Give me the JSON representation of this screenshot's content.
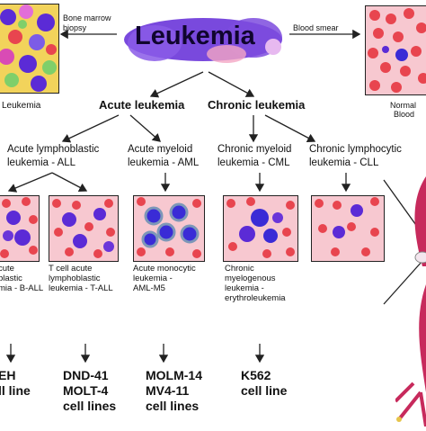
{
  "title": "Leukemia",
  "left_arrow_label": [
    "Bone marrow",
    "biopsy"
  ],
  "right_arrow_label": "Blood smear",
  "left_image_caption": "Leukemia",
  "right_image_caption": [
    "Normal",
    "Blood"
  ],
  "acute": "Acute leukemia",
  "chronic": "Chronic leukemia",
  "subtypes": {
    "all": [
      "Acute lymphoblastic",
      "leukemia - ALL"
    ],
    "aml": [
      "Acute myeloid",
      "leukemia - AML"
    ],
    "cml": [
      "Chronic myeloid",
      "leukemia - CML"
    ],
    "cll": [
      "Chronic lymphocytic",
      "leukemia - CLL"
    ]
  },
  "cell_types": {
    "ball": [
      "cute",
      "blastic",
      "mia - B-ALL"
    ],
    "tall": [
      "T cell acute",
      "lymphoblastic",
      "leukemia - T-ALL"
    ],
    "aml": [
      "Acute monocytic",
      "leukemia -",
      "AML-M5"
    ],
    "cml": [
      "Chronic",
      "myelogenous",
      "leukemia -",
      "erythroleukemia"
    ]
  },
  "cell_lines": {
    "ball": [
      "EH",
      "ll line"
    ],
    "tall": [
      "DND-41",
      "MOLT-4",
      "cell lines"
    ],
    "aml": [
      "MOLM-14",
      "MV4-11",
      "cell lines"
    ],
    "cml": [
      "K562",
      "cell line"
    ]
  },
  "colors": {
    "blood_bg": "#f7c8d0",
    "rbc": "#e8454f",
    "blast": "#5b2bd6",
    "title_blob": "#6a35d9",
    "vessel": "#c72a5c"
  }
}
